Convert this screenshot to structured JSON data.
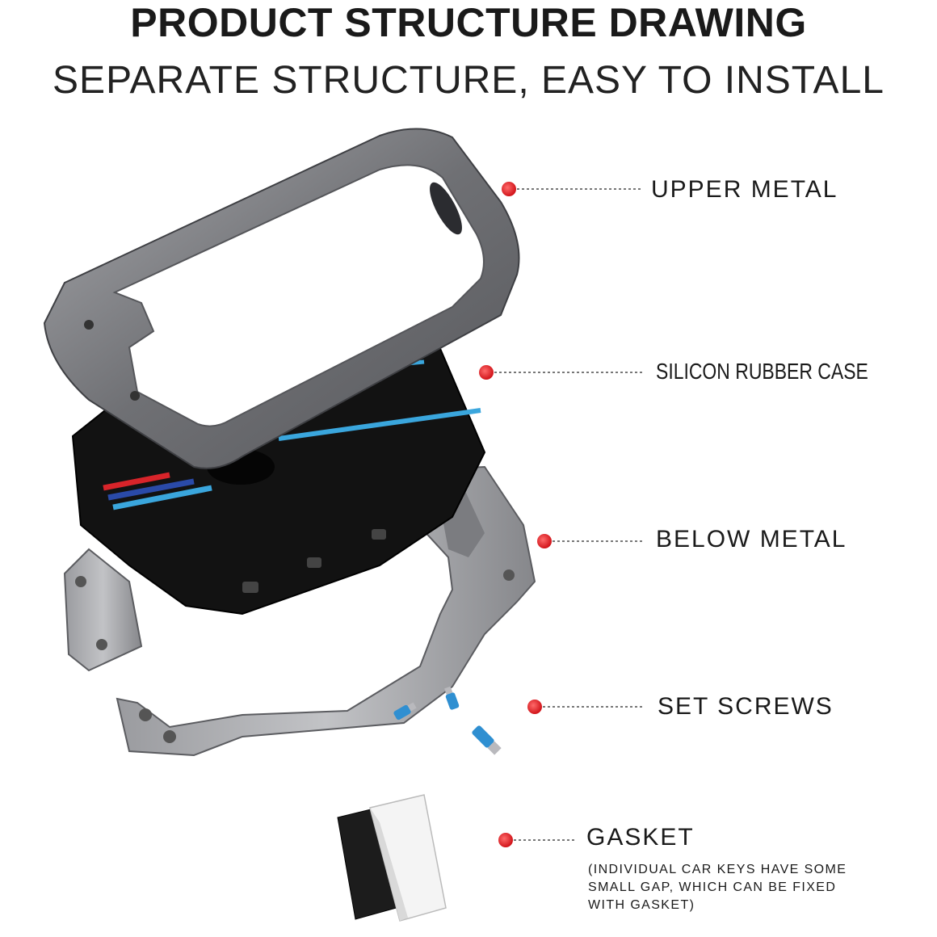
{
  "header": {
    "title": "PRODUCT STRUCTURE DRAWING",
    "subtitle": "SEPARATE STRUCTURE, EASY TO INSTALL"
  },
  "parts": [
    {
      "id": "upper-metal",
      "label": "UPPER METAL"
    },
    {
      "id": "silicon-rubber-case",
      "label": "SILICON RUBBER CASE"
    },
    {
      "id": "below-metal",
      "label": "BELOW METAL"
    },
    {
      "id": "set-screws",
      "label": "SET SCREWS"
    },
    {
      "id": "gasket",
      "label": "GASKET"
    }
  ],
  "gasket_note": [
    "(INDIVIDUAL CAR KEYS HAVE SOME",
    "SMALL GAP, WHICH CAN BE FIXED",
    "WITH GASKET)"
  ],
  "colors": {
    "marker": "#e3262b",
    "leader": "#777777",
    "metal": "#8e8f93",
    "rubber": "#111111",
    "stripe_blue": "#3aa6dd",
    "stripe_navy": "#2a4aa8",
    "stripe_red": "#d8242a"
  }
}
